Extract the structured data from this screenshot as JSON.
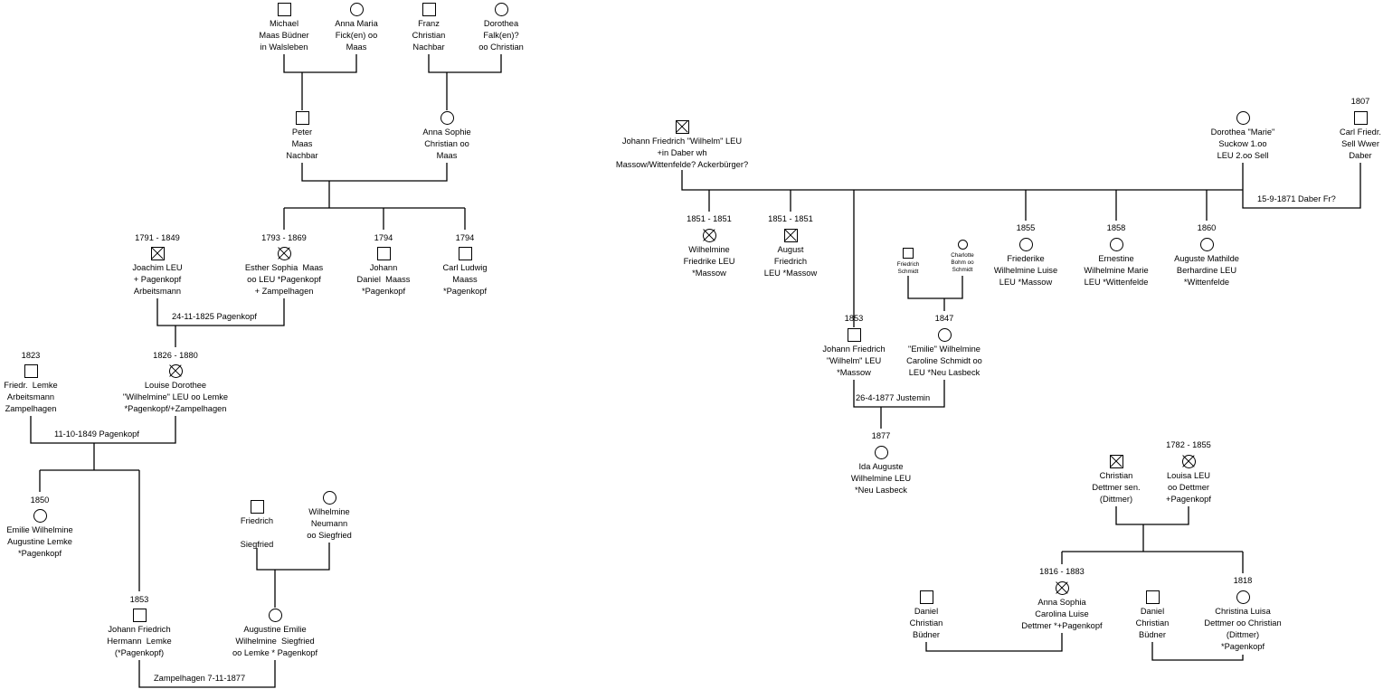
{
  "persons": {
    "michael_maas": {
      "text": "Michael\nMaas Büdner\nin Walsleben",
      "sex": "male",
      "deceased": false
    },
    "anna_maria_fick": {
      "text": "Anna Maria\nFick(en) oo\nMaas",
      "sex": "female",
      "deceased": false
    },
    "franz_christian": {
      "text": "Franz\nChristian\nNachbar",
      "sex": "male",
      "deceased": false
    },
    "dorothea_falk": {
      "text": "Dorothea\nFalk(en)?\noo Christian",
      "sex": "female",
      "deceased": false
    },
    "peter_maas": {
      "text": "Peter\nMaas\nNachbar",
      "sex": "male",
      "deceased": false
    },
    "anna_sophie_christian": {
      "text": "Anna Sophie\nChristian oo\nMaas",
      "sex": "female",
      "deceased": false
    },
    "joachim_leu": {
      "years": "1791 - 1849",
      "text": "Joachim LEU\n+ Pagenkopf\nArbeitsmann",
      "sex": "male",
      "deceased": true
    },
    "esther_sophia_maas": {
      "years": "1793 - 1869",
      "text": "Esther Sophia  Maas\noo LEU *Pagenkopf\n+ Zampelhagen",
      "sex": "female",
      "deceased": true
    },
    "johann_daniel_maass": {
      "years": "1794",
      "text": "Johann\nDaniel  Maass\n*Pagenkopf",
      "sex": "male",
      "deceased": false
    },
    "carl_ludwig_maass": {
      "years": "1794",
      "text": "Carl Ludwig\nMaass\n*Pagenkopf",
      "sex": "male",
      "deceased": false
    },
    "friedr_lemke": {
      "years": "1823",
      "text": "Friedr.  Lemke\nArbeitsmann\nZampelhagen",
      "sex": "male",
      "deceased": false
    },
    "louise_dorothee_leu": {
      "years": "1826 - 1880",
      "text": "Louise Dorothee\n\"Wilhelmine\" LEU oo Lemke\n*Pagenkopf/+Zampelhagen",
      "sex": "female",
      "deceased": true
    },
    "emilie_lemke": {
      "years": "1850",
      "text": "Emilie Wilhelmine\nAugustine Lemke\n*Pagenkopf",
      "sex": "female",
      "deceased": false
    },
    "johann_friedrich_lemke": {
      "years": "1853",
      "text": "Johann Friedrich\nHermann  Lemke\n(*Pagenkopf)",
      "sex": "male",
      "deceased": false
    },
    "friedrich_siegfried": {
      "text": "Friedrich\n\nSiegfried",
      "sex": "male",
      "deceased": false
    },
    "wilhelmine_neumann": {
      "text": "Wilhelmine\nNeumann\noo Siegfried",
      "sex": "female",
      "deceased": false
    },
    "augustine_siegfried": {
      "text": "Augustine Emilie\nWilhelmine  Siegfried\noo Lemke * Pagenkopf",
      "sex": "female",
      "deceased": false
    },
    "jfw_leu_sen": {
      "text": "Johann Friedrich \"Wilhelm\" LEU\n+in Daber wh\nMassow/Wittenfelde? Ackerbürger?",
      "sex": "male",
      "deceased": true
    },
    "dorothea_suckow": {
      "text": "Dorothea \"Marie\"\nSuckow 1.oo\nLEU 2.oo Sell",
      "sex": "female",
      "deceased": false
    },
    "carl_friedr_sell": {
      "years": "1807",
      "text": "Carl Friedr.\nSell Wwer\nDaber",
      "sex": "male",
      "deceased": false
    },
    "wilhelmine_friedrike_leu": {
      "years": "1851 - 1851",
      "text": "Wilhelmine\nFriedrike LEU\n*Massow",
      "sex": "female",
      "deceased": true
    },
    "august_friedrich_leu": {
      "years": "1851 - 1851",
      "text": "August\nFriedrich\nLEU *Massow",
      "sex": "male",
      "deceased": true
    },
    "friederike_leu": {
      "years": "1855",
      "text": "Friederike\nWilhelmine Luise\nLEU *Massow",
      "sex": "female",
      "deceased": false
    },
    "ernestine_leu": {
      "years": "1858",
      "text": "Ernestine\nWilhelmine Marie\nLEU *Wittenfelde",
      "sex": "female",
      "deceased": false
    },
    "auguste_mathilde_leu": {
      "years": "1860",
      "text": "Auguste Mathilde\nBerhardine LEU\n*Wittenfelde",
      "sex": "female",
      "deceased": false
    },
    "friedrich_schmidt": {
      "text": "Friedrich\nSchmidt",
      "sex": "male",
      "deceased": false
    },
    "charlotte_bohm": {
      "text": "Charlotte\nBohm oo\nSchmidt",
      "sex": "female",
      "deceased": false
    },
    "jfw_leu_jun": {
      "years": "1853",
      "text": "Johann Friedrich\n\"Wilhelm\" LEU\n*Massow",
      "sex": "male",
      "deceased": false
    },
    "emilie_schmidt": {
      "years": "1847",
      "text": "\"Emilie\" Wilhelmine\nCaroline Schmidt oo\nLEU *Neu Lasbeck",
      "sex": "female",
      "deceased": false
    },
    "ida_leu": {
      "years": "1877",
      "text": "Ida Auguste\nWilhelmine LEU\n*Neu Lasbeck",
      "sex": "female",
      "deceased": false
    },
    "christian_dettmer_sen": {
      "text": "Christian\nDettmer sen.\n(Dittmer)",
      "sex": "male",
      "deceased": true
    },
    "louisa_leu": {
      "years": "1782 - 1855",
      "text": "Louisa LEU\noo Dettmer\n+Pagenkopf",
      "sex": "female",
      "deceased": true
    },
    "anna_sophia_dettmer": {
      "years": "1816 - 1883",
      "text": "Anna Sophia\nCarolina Luise\nDettmer *+Pagenkopf",
      "sex": "female",
      "deceased": true
    },
    "daniel_buedner_1": {
      "text": "Daniel\nChristian\nBüdner",
      "sex": "male",
      "deceased": false
    },
    "daniel_buedner_2": {
      "text": "Daniel\nChristian\nBüdner",
      "sex": "male",
      "deceased": false
    },
    "christina_dettmer": {
      "years": "1818",
      "text": "Christina Luisa\nDettmer oo Christian\n(Dittmer)\n*Pagenkopf",
      "sex": "female",
      "deceased": false
    }
  },
  "marriages": {
    "joachim_esther": "24-11-1825 Pagenkopf",
    "lemke_louise": "11-10-1849 Pagenkopf",
    "lemke_augustine": "Zampelhagen 7-11-1877",
    "jfw_emilie": "26-4-1877 Justemin",
    "suckow_sell": "15-9-1871 Daber Fr?"
  },
  "colors": {
    "line": "#000000",
    "background": "#ffffff"
  }
}
